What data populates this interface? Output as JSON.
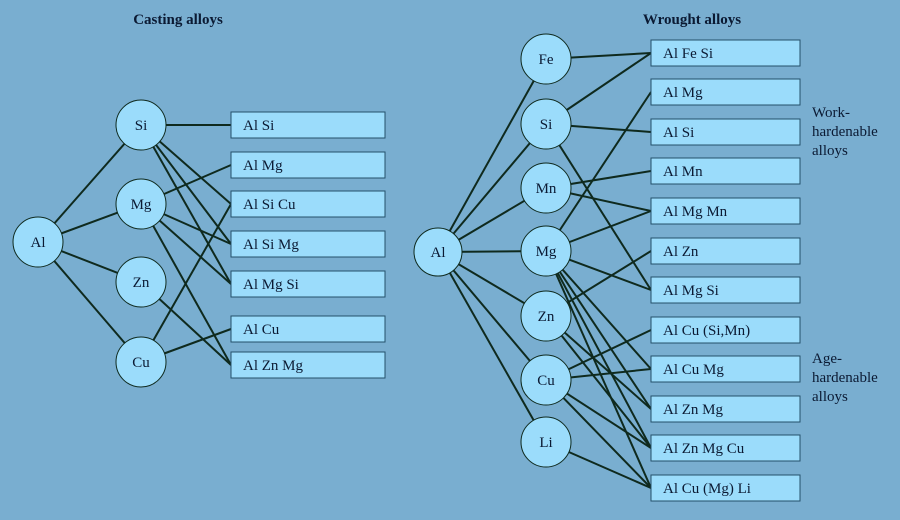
{
  "casting": {
    "title": "Casting alloys",
    "root": "Al",
    "elements": [
      "Si",
      "Mg",
      "Zn",
      "Cu"
    ],
    "alloys": [
      "Al Si",
      "Al Mg",
      "Al Si Cu",
      "Al Si Mg",
      "Al Mg Si",
      "Al Cu",
      "Al Zn Mg"
    ],
    "links": [
      [
        "Si",
        "Al Si"
      ],
      [
        "Si",
        "Al Si Cu"
      ],
      [
        "Si",
        "Al Si Mg"
      ],
      [
        "Si",
        "Al Mg Si"
      ],
      [
        "Mg",
        "Al Mg"
      ],
      [
        "Mg",
        "Al Si Mg"
      ],
      [
        "Mg",
        "Al Mg Si"
      ],
      [
        "Mg",
        "Al Zn Mg"
      ],
      [
        "Zn",
        "Al Zn Mg"
      ],
      [
        "Cu",
        "Al Si Cu"
      ],
      [
        "Cu",
        "Al Cu"
      ]
    ]
  },
  "wrought": {
    "title": "Wrought alloys",
    "root": "Al",
    "elements": [
      "Fe",
      "Si",
      "Mn",
      "Mg",
      "Zn",
      "Cu",
      "Li"
    ],
    "alloys": [
      "Al Fe Si",
      "Al Mg",
      "Al Si",
      "Al Mn",
      "Al Mg Mn",
      "Al Zn",
      "Al Mg Si",
      "Al Cu (Si,Mn)",
      "Al Cu Mg",
      "Al Zn Mg",
      "Al Zn Mg Cu",
      "Al Cu (Mg) Li"
    ],
    "links": [
      [
        "Fe",
        "Al Fe Si"
      ],
      [
        "Si",
        "Al Fe Si"
      ],
      [
        "Si",
        "Al Si"
      ],
      [
        "Si",
        "Al Mg Si"
      ],
      [
        "Mn",
        "Al Mn"
      ],
      [
        "Mn",
        "Al Mg Mn"
      ],
      [
        "Mg",
        "Al Mg"
      ],
      [
        "Mg",
        "Al Mg Mn"
      ],
      [
        "Mg",
        "Al Mg Si"
      ],
      [
        "Mg",
        "Al Cu Mg"
      ],
      [
        "Mg",
        "Al Zn Mg"
      ],
      [
        "Mg",
        "Al Zn Mg Cu"
      ],
      [
        "Mg",
        "Al Cu (Mg) Li"
      ],
      [
        "Zn",
        "Al Zn"
      ],
      [
        "Zn",
        "Al Zn Mg"
      ],
      [
        "Zn",
        "Al Zn Mg Cu"
      ],
      [
        "Cu",
        "Al Cu (Si,Mn)"
      ],
      [
        "Cu",
        "Al Cu Mg"
      ],
      [
        "Cu",
        "Al Zn Mg Cu"
      ],
      [
        "Cu",
        "Al Cu (Mg) Li"
      ],
      [
        "Li",
        "Al Cu (Mg) Li"
      ]
    ],
    "notes": {
      "work_hardenable": [
        "Work-",
        "hardenable",
        "alloys"
      ],
      "age_hardenable": [
        "Age-",
        "hardenable",
        "alloys"
      ]
    }
  },
  "colors": {
    "background": "#79aed0",
    "node_fill": "#9bdcfb",
    "stroke": "#0f2a1e",
    "text": "#0b1a33"
  }
}
